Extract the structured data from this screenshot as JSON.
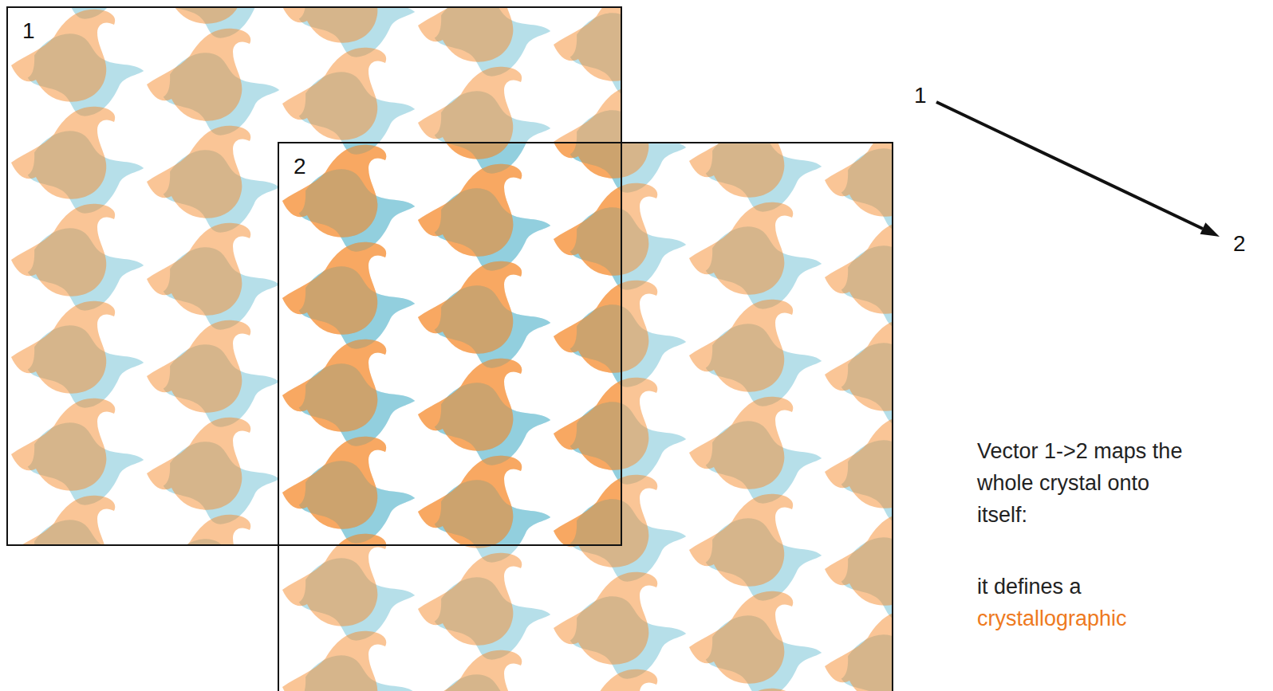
{
  "diagram": {
    "nodes": [
      {
        "text": [
          "1"
        ]
      },
      {
        "text": [
          "2"
        ]
      }
    ],
    "labels": [
      "1",
      "2",
      "Vector 1->2 maps the whole crystal onto itself:",
      "it defines a",
      "crystallographic"
    ]
  }
}
